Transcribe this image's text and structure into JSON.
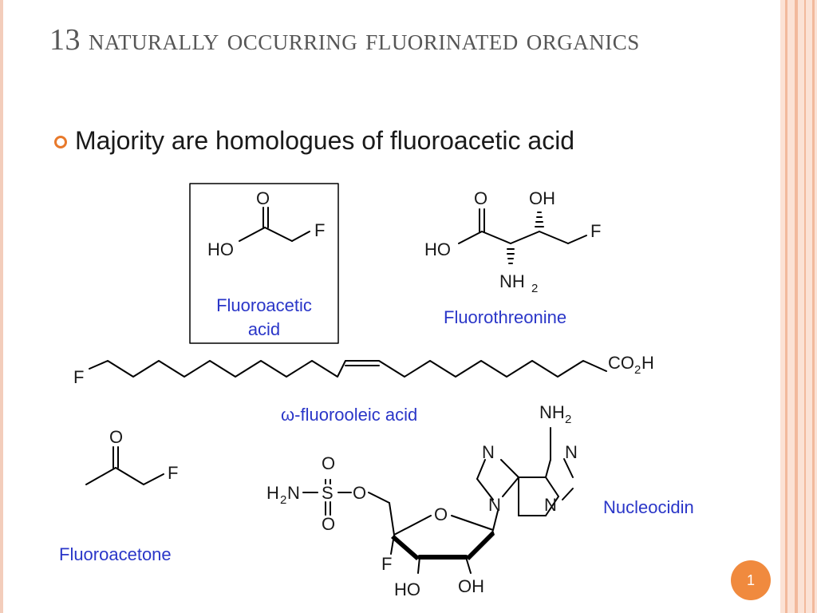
{
  "slide": {
    "title": "13 naturally occurring fluorinated organics",
    "bullet": "Majority are homologues of fluoroacetic acid",
    "page_number": "1",
    "accent_color": "#f08a3e",
    "label_color": "#2a36c8"
  },
  "molecules": {
    "fluoroacetic_acid": {
      "name_line1": "Fluoroacetic",
      "name_line2": "acid",
      "atom_o": "O",
      "atom_ho": "HO",
      "atom_f": "F"
    },
    "fluorothreonine": {
      "name": "Fluorothreonine",
      "atom_o": "O",
      "atom_oh": "OH",
      "atom_ho": "HO",
      "atom_f": "F",
      "atom_nh": "NH",
      "atom_nh_sub": "2"
    },
    "fluorooleic_acid": {
      "name": "ω-fluorooleic acid",
      "atom_f": "F",
      "atom_co": "CO",
      "atom_co_sub": "2",
      "atom_co_h": "H"
    },
    "fluoroacetone": {
      "name": "Fluoroacetone",
      "atom_o": "O",
      "atom_f": "F"
    },
    "nucleocidin": {
      "name": "Nucleocidin",
      "atom_nh": "NH",
      "atom_nh_sub": "2",
      "atom_n": "N",
      "atom_h": "H",
      "atom_s": "S",
      "atom_o": "O",
      "atom_f": "F",
      "atom_ho": "HO",
      "atom_oh": "OH"
    }
  }
}
